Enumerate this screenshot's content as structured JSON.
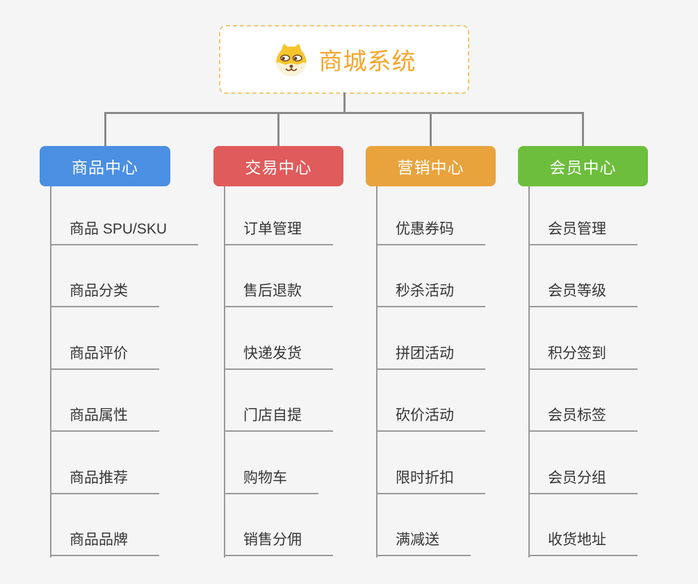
{
  "root": {
    "title": "商城系统",
    "icon": "dog-face-icon",
    "accent_color": "#f5a62b",
    "border_color": "#f3c573"
  },
  "canvas": {
    "background": "#f5f5f5",
    "connector_color": "#8a8a8a",
    "leaf_line_color": "#999999",
    "leaf_text_color": "#363636"
  },
  "branches": [
    {
      "id": "product-center",
      "label": "商品中心",
      "color": "#4b8fe2",
      "children": [
        "商品 SPU/SKU",
        "商品分类",
        "商品评价",
        "商品属性",
        "商品推荐",
        "商品品牌"
      ]
    },
    {
      "id": "trade-center",
      "label": "交易中心",
      "color": "#e05b5b",
      "children": [
        "订单管理",
        "售后退款",
        "快递发货",
        "门店自提",
        "购物车",
        "销售分佣"
      ]
    },
    {
      "id": "marketing-center",
      "label": "营销中心",
      "color": "#e9a33d",
      "children": [
        "优惠券码",
        "秒杀活动",
        "拼团活动",
        "砍价活动",
        "限时折扣",
        "满减送"
      ]
    },
    {
      "id": "member-center",
      "label": "会员中心",
      "color": "#6cbe3c",
      "children": [
        "会员管理",
        "会员等级",
        "积分签到",
        "会员标签",
        "会员分组",
        "收货地址"
      ]
    }
  ]
}
